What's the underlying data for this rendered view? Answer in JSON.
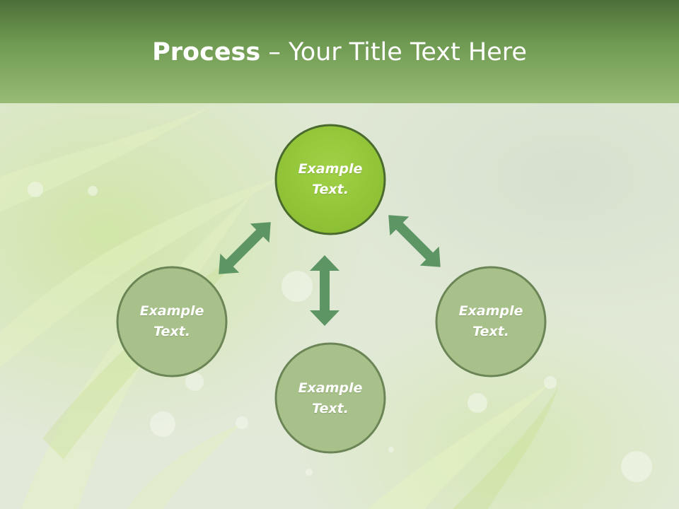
{
  "title": {
    "bold": "Process",
    "rest": " – Your Title Text Here"
  },
  "nodes": [
    {
      "id": "top",
      "line1": "Example",
      "line2": "Text."
    },
    {
      "id": "left",
      "line1": "Example",
      "line2": "Text."
    },
    {
      "id": "bottom",
      "line1": "Example",
      "line2": "Text."
    },
    {
      "id": "right",
      "line1": "Example",
      "line2": "Text."
    }
  ],
  "colors": {
    "header_dark": "#4c6e38",
    "header_light": "#97bb74",
    "highlight_fill": "#96c93d",
    "highlight_stroke": "#4a6a2e",
    "node_fill": "#a8c08a",
    "node_stroke": "#6b8556",
    "arrow": "#5e9564"
  }
}
